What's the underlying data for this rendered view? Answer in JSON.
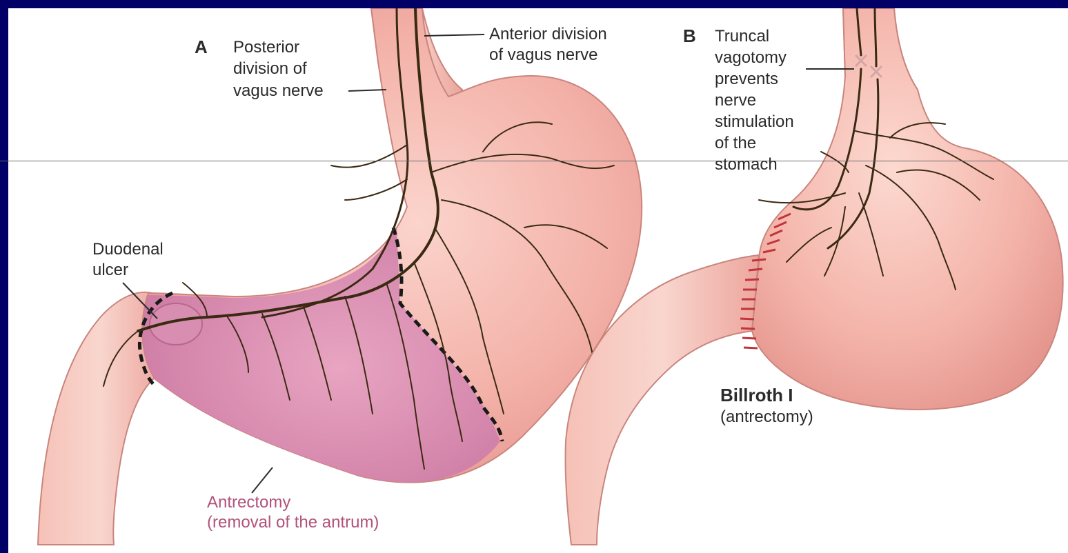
{
  "figure": {
    "panel_a": {
      "letter": "A",
      "posterior_vagus": [
        "Posterior",
        "division of",
        "vagus nerve"
      ],
      "anterior_vagus": [
        "Anterior division",
        "of vagus nerve"
      ],
      "duodenal_ulcer": [
        "Duodenal",
        "ulcer"
      ],
      "antrectomy": [
        "Antrectomy",
        "(removal of the antrum)"
      ]
    },
    "panel_b": {
      "letter": "B",
      "truncal_vagotomy": [
        "Truncal",
        "vagotomy",
        "prevents",
        "nerve",
        "stimulation",
        "of the",
        "stomach"
      ],
      "procedure_title": "Billroth I",
      "procedure_sub": "(antrectomy)"
    }
  },
  "colors": {
    "frame": "#000066",
    "stomach": "#f1aaa2",
    "antrum": "#d98ab4",
    "nerve": "#3a2a12",
    "label_text": "#2b2b2b",
    "antrectomy_label": "#b1527a"
  }
}
